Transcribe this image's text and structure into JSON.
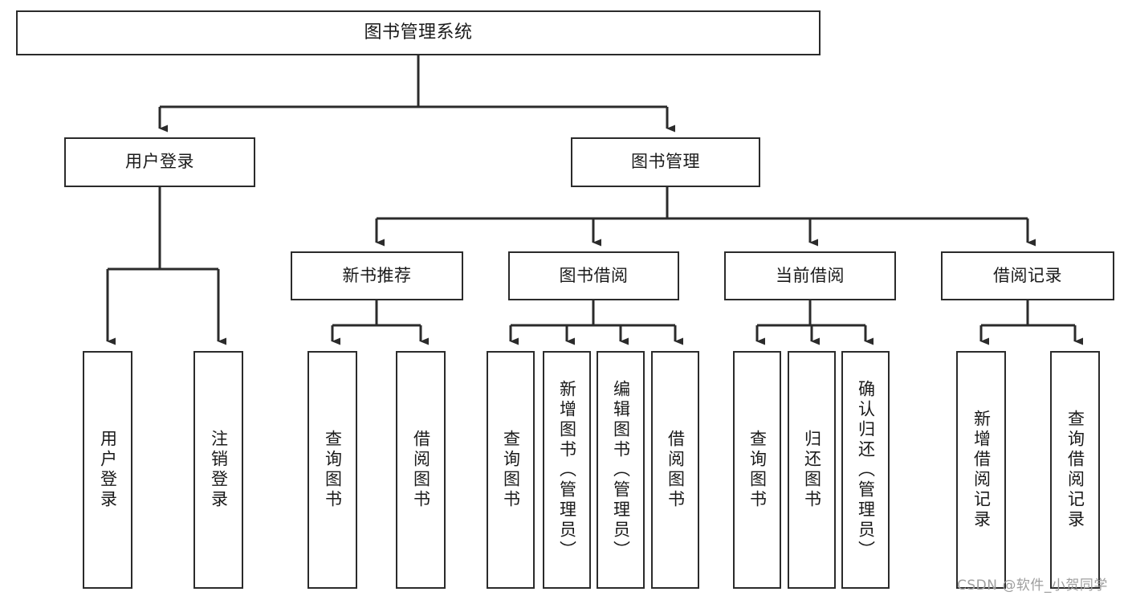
{
  "diagram": {
    "type": "hierarchy-tree",
    "title": "图书管理系统",
    "orientation": "top-down",
    "colors": {
      "box_border": "#2b2b2b",
      "box_fill": "#ffffff",
      "connector": "#2b2b2b",
      "background": "#ffffff",
      "watermark": "#9e9e9e"
    },
    "levels": {
      "root": "图书管理系统",
      "level2": [
        "用户登录",
        "图书管理"
      ],
      "level3": [
        "新书推荐",
        "图书借阅",
        "当前借阅",
        "借阅记录"
      ]
    },
    "nodes": {
      "root": {
        "label": "图书管理系统"
      },
      "user_login": {
        "label": "用户登录"
      },
      "book_manage": {
        "label": "图书管理"
      },
      "new_book_rec": {
        "label": "新书推荐"
      },
      "book_borrow": {
        "label": "图书借阅"
      },
      "current_borrow": {
        "label": "当前借阅"
      },
      "borrow_record": {
        "label": "借阅记录"
      }
    },
    "leaves": {
      "user_login": [
        {
          "label": "用户登录"
        },
        {
          "label": "注销登录"
        }
      ],
      "new_book_rec": [
        {
          "label": "查询图书"
        },
        {
          "label": "借阅图书"
        }
      ],
      "book_borrow": [
        {
          "label": "查询图书"
        },
        {
          "label": "新增图书（管理员）"
        },
        {
          "label": "编辑图书（管理员）"
        },
        {
          "label": "借阅图书"
        }
      ],
      "current_borrow": [
        {
          "label": "查询图书"
        },
        {
          "label": "归还图书"
        },
        {
          "label": "确认归还（管理员）"
        }
      ],
      "borrow_record": [
        {
          "label": "新增借阅记录"
        },
        {
          "label": "查询借阅记录"
        }
      ]
    },
    "watermark": "CSDN @软件_小贺同学"
  }
}
